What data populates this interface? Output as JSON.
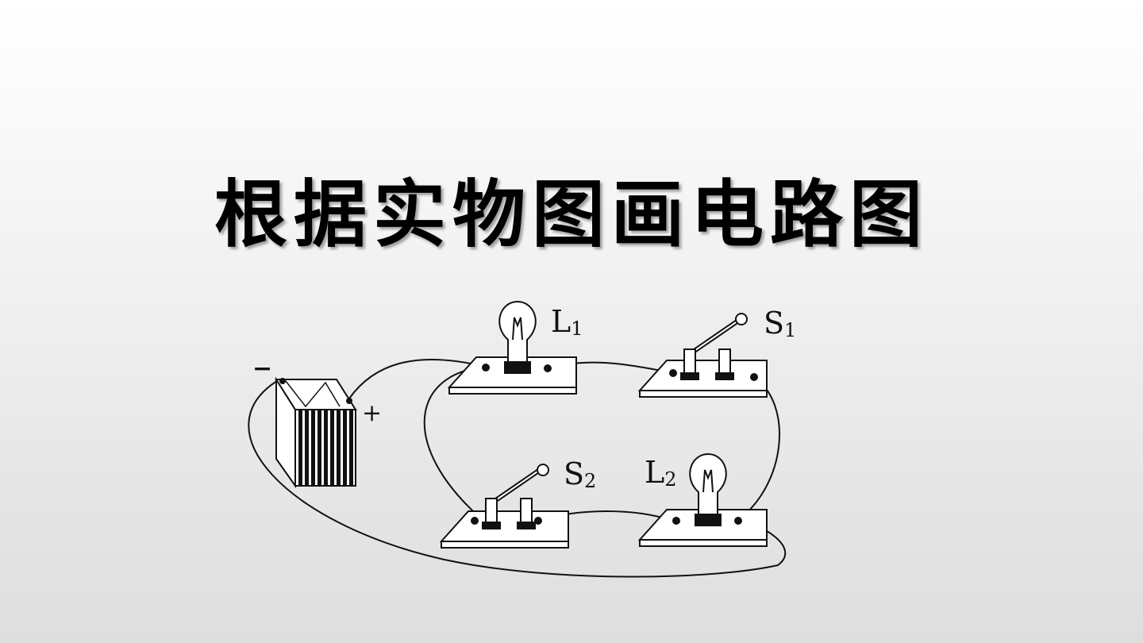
{
  "slide": {
    "title": "根据实物图画电路图"
  },
  "diagram": {
    "battery": {
      "neg": "−",
      "pos": "+"
    },
    "lamp1": {
      "letter": "L",
      "sub": "1"
    },
    "lamp2": {
      "letter": "L",
      "sub": "2"
    },
    "switch1": {
      "letter": "S",
      "sub": "1"
    },
    "switch2": {
      "letter": "S",
      "sub": "2"
    }
  }
}
